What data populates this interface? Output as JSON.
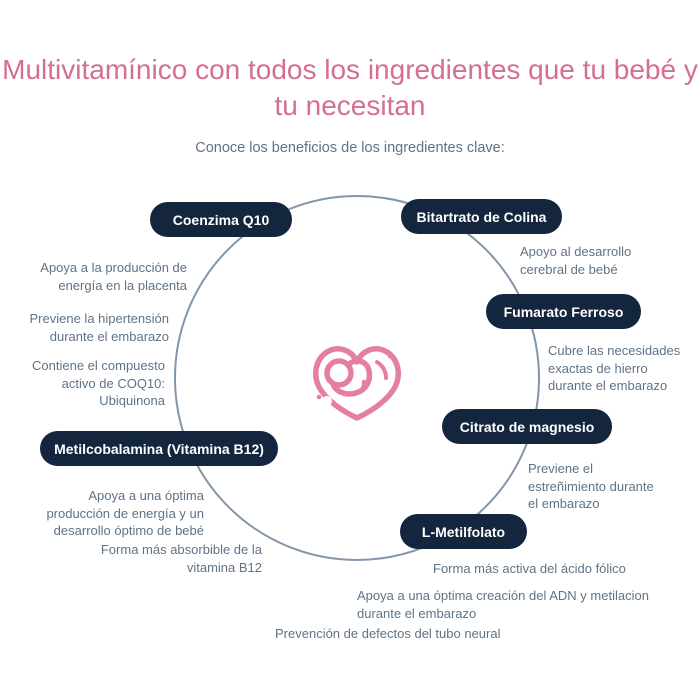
{
  "page": {
    "title": "Multivitamínico con todos los\ningredientes que tu bebé y tu necesitan",
    "subtitle": "Conoce los beneficios de los ingredientes clave:"
  },
  "colors": {
    "title_pink": "#d46f93",
    "icon_pink": "#e57f9f",
    "pill_navy": "#14263d",
    "body_text": "#5f7386",
    "circle_stroke": "#8396a9"
  },
  "center_icon": "fetus-in-heart-icon",
  "ingredients": [
    {
      "name": "Coenzima Q10",
      "benefits": [
        "Apoya a la producción de\nenergía en la placenta",
        "Previene la hipertensión\ndurante el embarazo",
        "Contiene el compuesto\nactivo de COQ10:\nUbiquinona"
      ]
    },
    {
      "name": "Bitartrato de Colina",
      "benefits": [
        "Apoyo al desarrollo\ncerebral de bebé"
      ]
    },
    {
      "name": "Fumarato Ferroso",
      "benefits": [
        "Cubre las necesidades\nexactas de hierro\ndurante el embarazo"
      ]
    },
    {
      "name": "Citrato de magnesio",
      "benefits": [
        "Previene el\nestreñimiento durante\nel embarazo"
      ]
    },
    {
      "name": "L-Metilfolato",
      "benefits": [
        "Forma más activa del ácido fólico",
        "Apoya a una óptima creación del ADN y metilacion\ndurante el embarazo",
        "Prevención de defectos del tubo neural"
      ]
    },
    {
      "name": "Metilcobalamina (Vitamina B12)",
      "benefits": [
        "Apoya a una óptima\nproducción de energía y un\ndesarrollo óptimo de bebé",
        "Forma más absorbible de la\nvitamina B12"
      ]
    }
  ]
}
